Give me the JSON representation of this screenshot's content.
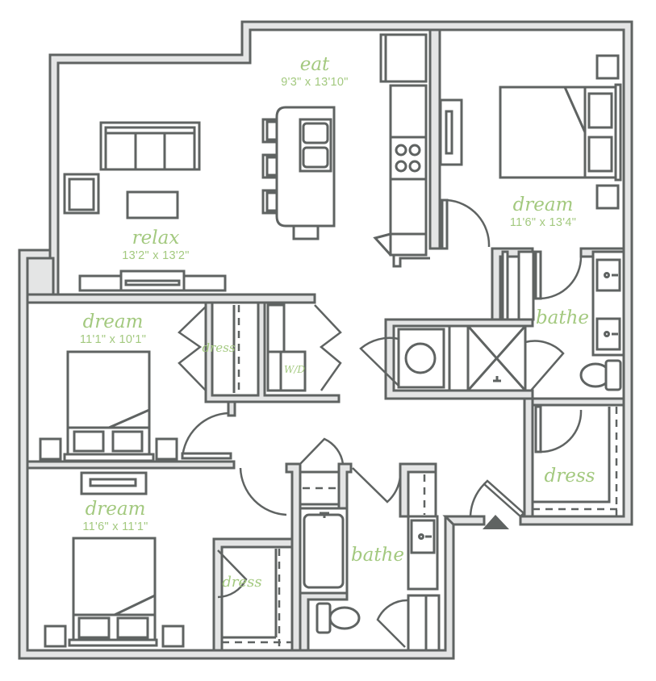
{
  "plan": {
    "colors": {
      "wall_outline": "#5f6362",
      "wall_fill": "#e4e5e5",
      "label": "#a3c97f",
      "background": "#ffffff"
    },
    "rooms": {
      "eat": {
        "name": "eat",
        "dims": "9'3\" x 13'10\""
      },
      "relax": {
        "name": "relax",
        "dims": "13'2\" x 13'2\""
      },
      "master_dream": {
        "name": "dream",
        "dims": "11'6\" x 13'4\""
      },
      "dream_2": {
        "name": "dream",
        "dims": "11'1\" x 10'1\""
      },
      "dream_3": {
        "name": "dream",
        "dims": "11'6\" x 11'1\""
      },
      "master_bathe": {
        "name": "bathe"
      },
      "bathe_2": {
        "name": "bathe"
      },
      "dress_master": {
        "name": "dress"
      },
      "dress_2": {
        "name": "dress"
      },
      "dress_3": {
        "name": "dress"
      },
      "laundry": {
        "name": "W/D"
      }
    },
    "icons": {
      "entry_marker": "triangle-up"
    }
  }
}
